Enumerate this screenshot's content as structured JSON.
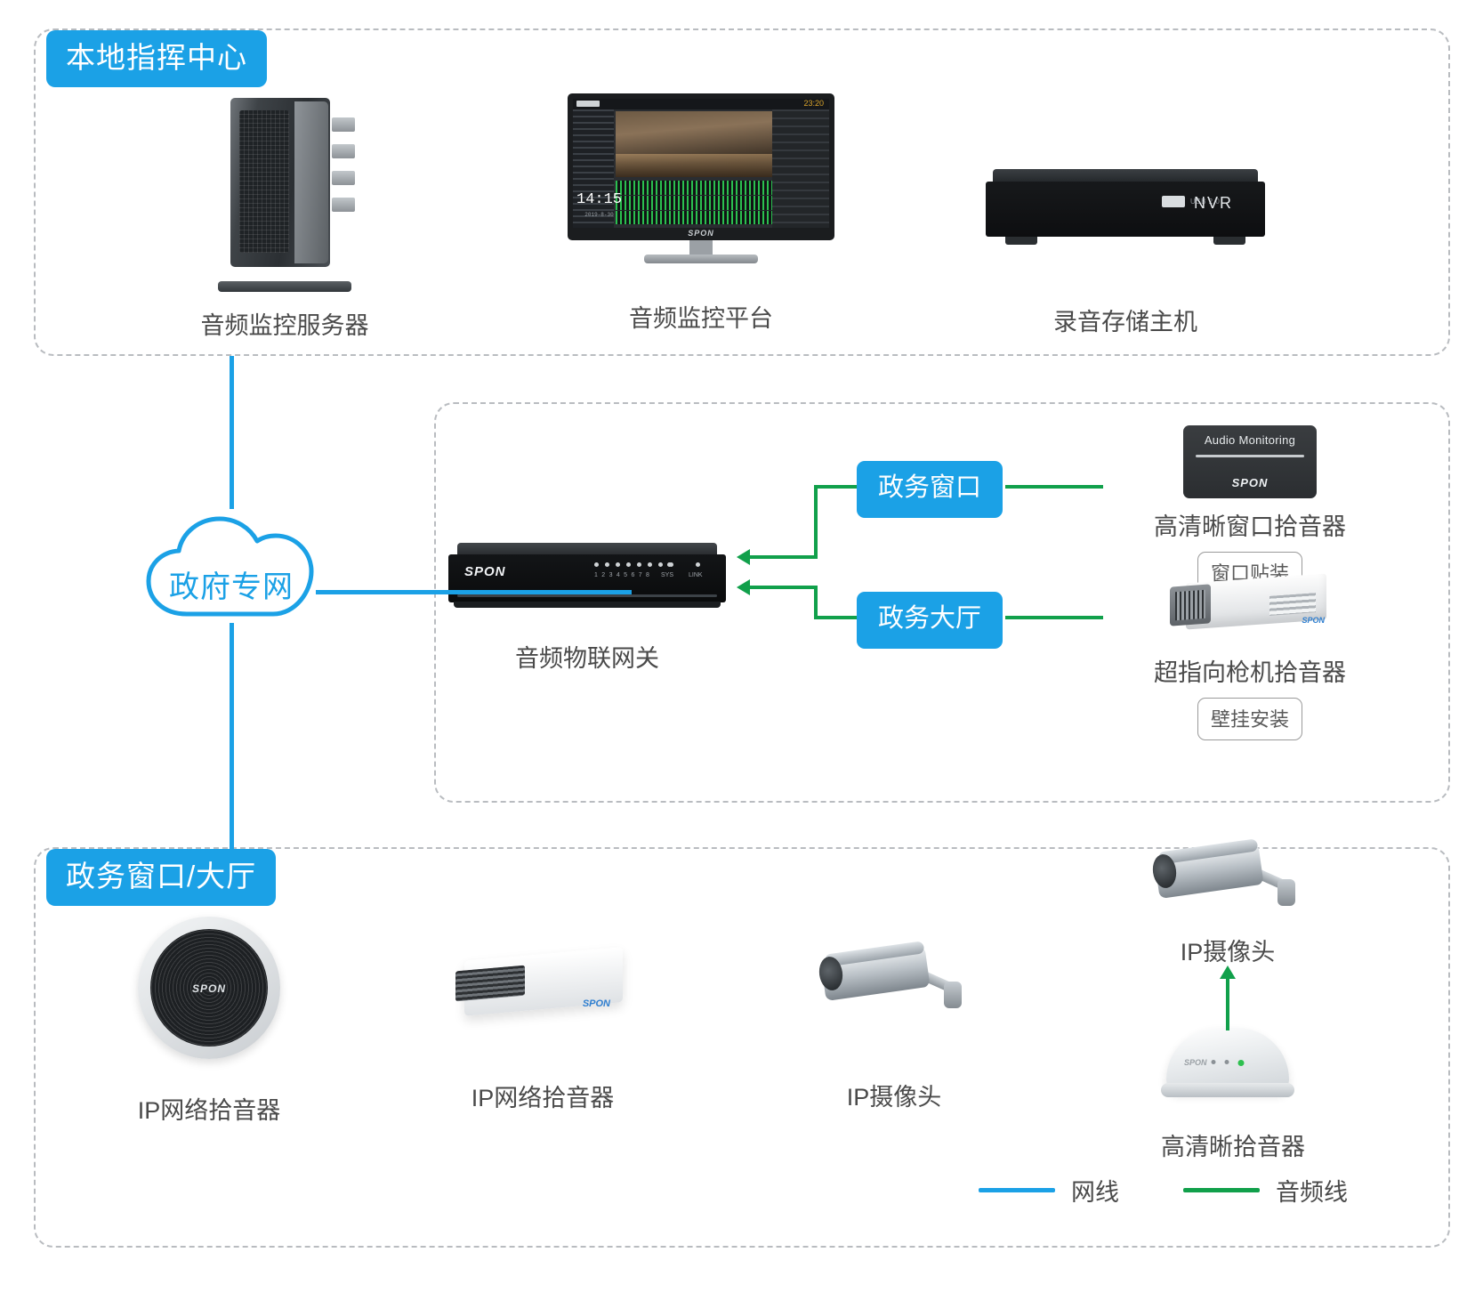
{
  "colors": {
    "accent_blue": "#1ba1e6",
    "audio_green": "#11a04b",
    "zone_border": "#b9bcc0",
    "caption": "#4a4a4a"
  },
  "zones": {
    "command_center": {
      "title": "本地指挥中心"
    },
    "gateway_zone": {
      "title": ""
    },
    "service_area": {
      "title": "政务窗口/大厅"
    }
  },
  "cloud": {
    "label": "政府专网"
  },
  "command_center_devices": [
    {
      "caption": "音频监控服务器",
      "icon": "server-tower-icon"
    },
    {
      "caption": "音频监控平台",
      "icon": "monitor-icon"
    },
    {
      "caption": "录音存储主机",
      "icon": "nvr-icon"
    }
  ],
  "gateway": {
    "caption": "音频物联网关",
    "icon": "gateway-icon",
    "brand": "SPON",
    "led_numbers": "12345678",
    "sys_label": "SYS",
    "link_label": "LINK"
  },
  "link_tags": [
    {
      "label": "政务窗口"
    },
    {
      "label": "政务大厅"
    }
  ],
  "gateway_zone_devices": [
    {
      "caption": "高清晰窗口拾音器",
      "mount": "窗口贴装",
      "icon": "window-pickup-icon",
      "screen_text": "Audio Monitoring",
      "brand": "SPON"
    },
    {
      "caption": "超指向枪机拾音器",
      "mount": "壁挂安装",
      "icon": "shotgun-mic-icon",
      "brand": "SPON"
    }
  ],
  "service_area_devices": [
    {
      "caption": "IP网络拾音器",
      "icon": "ceiling-mic-icon",
      "brand": "SPON"
    },
    {
      "caption": "IP网络拾音器",
      "icon": "wall-box-mic-icon",
      "brand": "SPON"
    },
    {
      "caption": "IP摄像头",
      "icon": "ip-camera-icon"
    },
    {
      "caption": "IP摄像头",
      "icon": "ip-camera-icon"
    },
    {
      "caption": "高清晰拾音器",
      "icon": "hd-dome-mic-icon",
      "brand": "SPON"
    }
  ],
  "monitor_screen": {
    "brand": "SPON",
    "clock": "14:15",
    "clock_sub": "2019-8-30",
    "corner_time": "23:20"
  },
  "nvr": {
    "brand": "NVR",
    "usb_label": "USB 2.0"
  },
  "legend": [
    {
      "label": "网线",
      "color": "#1ba1e6"
    },
    {
      "label": "音频线",
      "color": "#11a04b"
    }
  ]
}
